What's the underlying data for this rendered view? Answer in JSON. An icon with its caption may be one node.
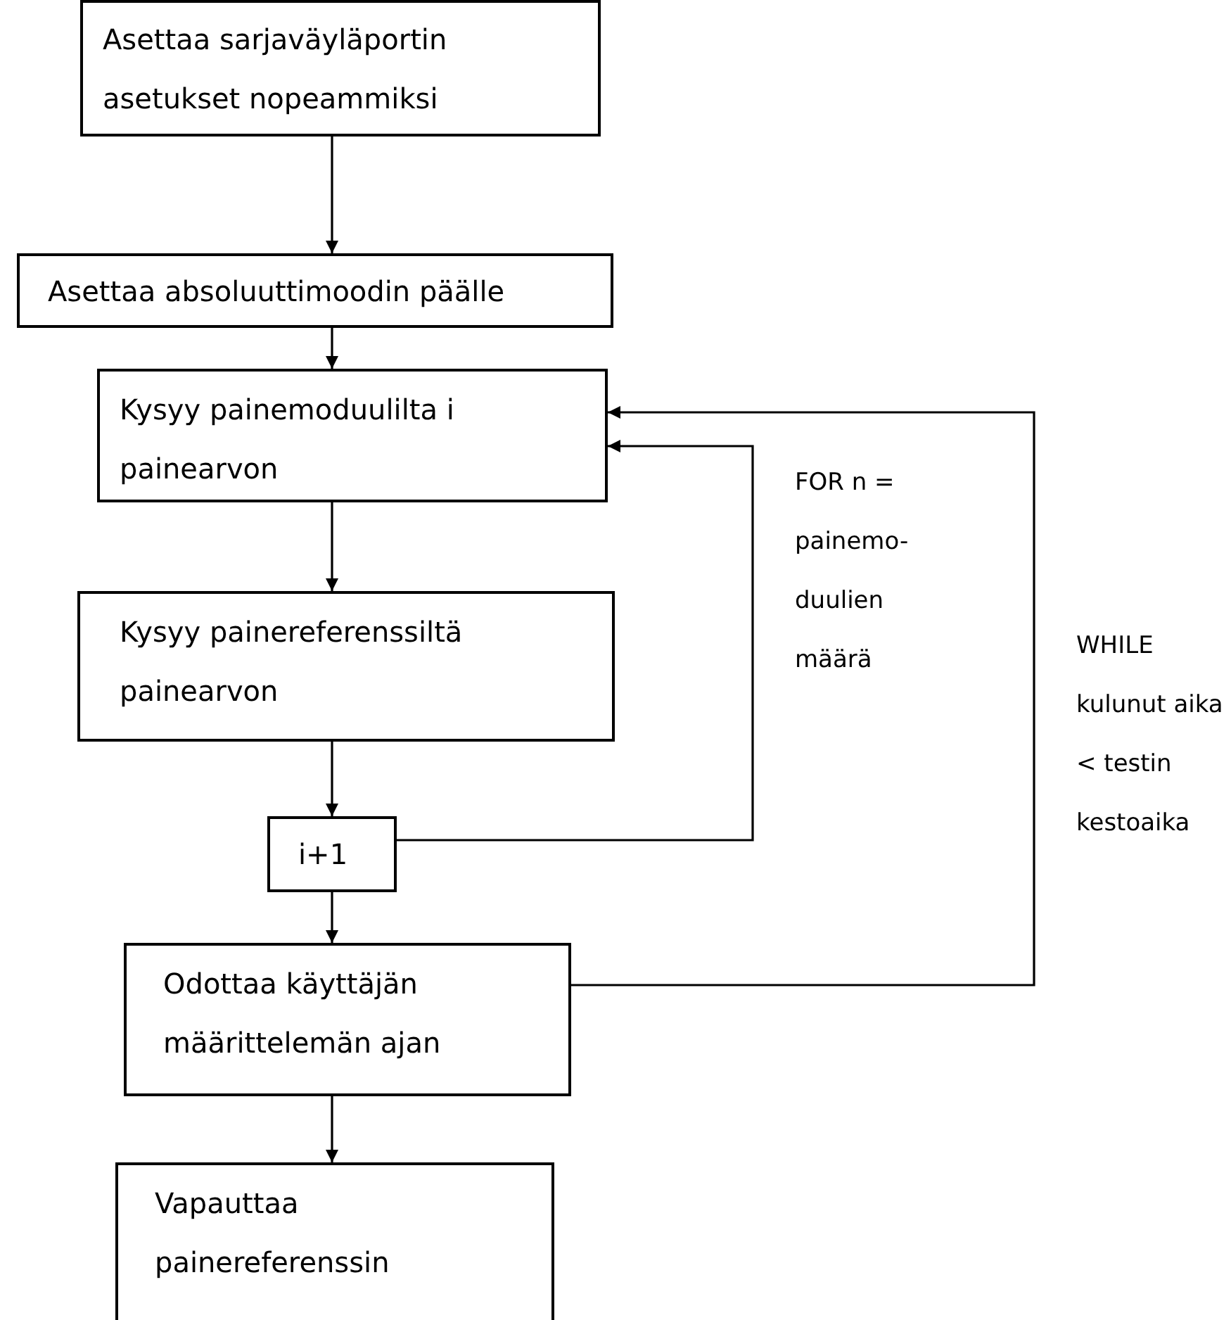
{
  "diagram": {
    "nodes": [
      {
        "text": [
          "Asettaa sarjaväyläportin asetukset nopeammiksi"
        ]
      },
      {
        "text": [
          "Asettaa absoluuttimoodin päälle"
        ]
      },
      {
        "text": [
          "Kysyy painemoduulilta i painearvon"
        ]
      },
      {
        "text": [
          "Kysyy painereferenssiltä painearvon"
        ]
      },
      {
        "text": [
          "i+1"
        ]
      },
      {
        "text": [
          "Odottaa käyttäjän määrittelemän ajan"
        ]
      },
      {
        "text": [
          "Vapauttaa painereferenssin"
        ]
      }
    ],
    "edges": [
      {
        "from": 0,
        "to": 1,
        "arrow": "to"
      },
      {
        "from": 1,
        "to": 2,
        "arrow": "to"
      },
      {
        "from": 2,
        "to": 3,
        "arrow": "to"
      },
      {
        "from": 3,
        "to": 4,
        "arrow": "to"
      },
      {
        "from": 4,
        "to": 5,
        "arrow": "to"
      },
      {
        "from": 5,
        "to": 6,
        "arrow": "to"
      },
      {
        "from": 4,
        "to": 2,
        "arrow": "to",
        "label": "FOR n = painemo- duulien määrä"
      },
      {
        "from": 5,
        "to": 2,
        "arrow": "to",
        "label": "WHILE kulunut aika < testin kestoaika"
      }
    ]
  }
}
